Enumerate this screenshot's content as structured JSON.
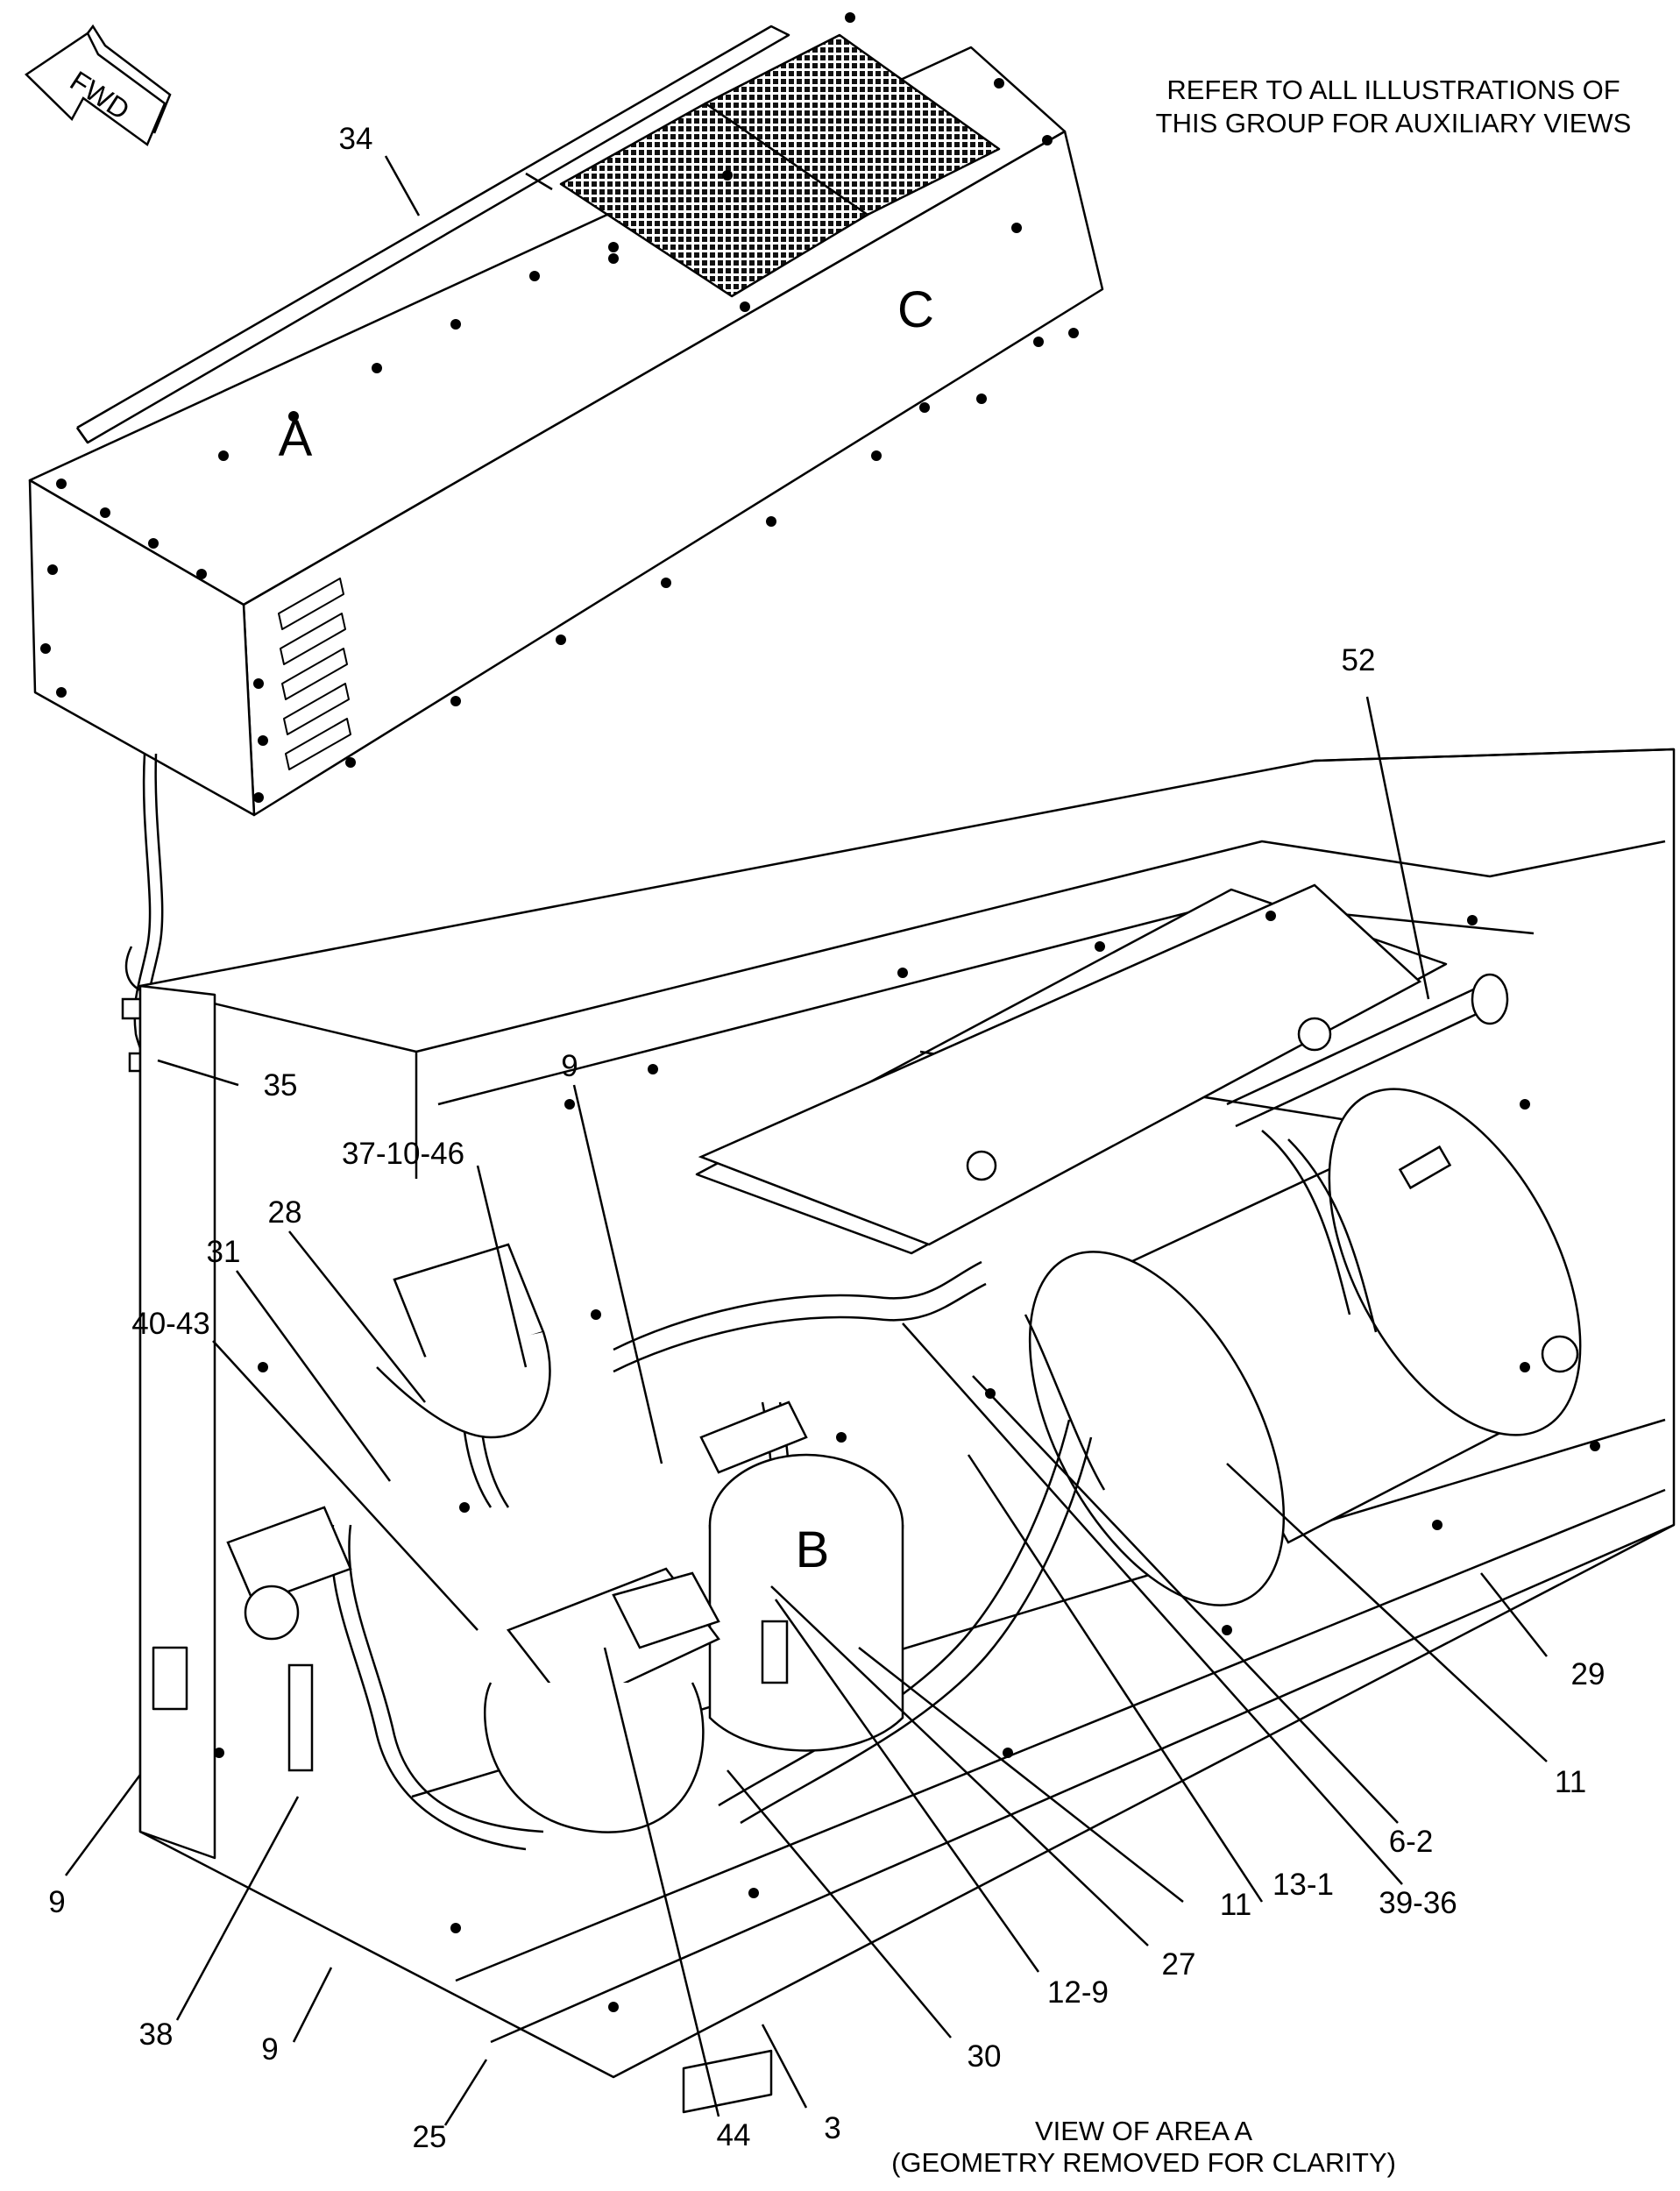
{
  "notes": {
    "refer_line1": "REFER TO ALL ILLUSTRATIONS OF",
    "refer_line2": "THIS GROUP FOR AUXILIARY VIEWS",
    "view_line1": "VIEW OF AREA A",
    "view_line2": "(GEOMETRY REMOVED FOR CLARITY)"
  },
  "fwd_arrow": {
    "label": "FWD"
  },
  "area_letters": {
    "a": "A",
    "b": "B",
    "c": "C"
  },
  "callouts": {
    "c34": "34",
    "c35": "35",
    "c52": "52",
    "c9_top": "9",
    "c37_10_46": "37-10-46",
    "c28": "28",
    "c31": "31",
    "c40_43": "40-43",
    "c29": "29",
    "c11_right": "11",
    "c6_2": "6-2",
    "c39_36": "39-36",
    "c13_1": "13-1",
    "c11_mid": "11",
    "c27": "27",
    "c12_9": "12-9",
    "c30": "30",
    "c3": "3",
    "c44": "44",
    "c25": "25",
    "c9_bottom": "9",
    "c38": "38",
    "c9_left": "9"
  }
}
